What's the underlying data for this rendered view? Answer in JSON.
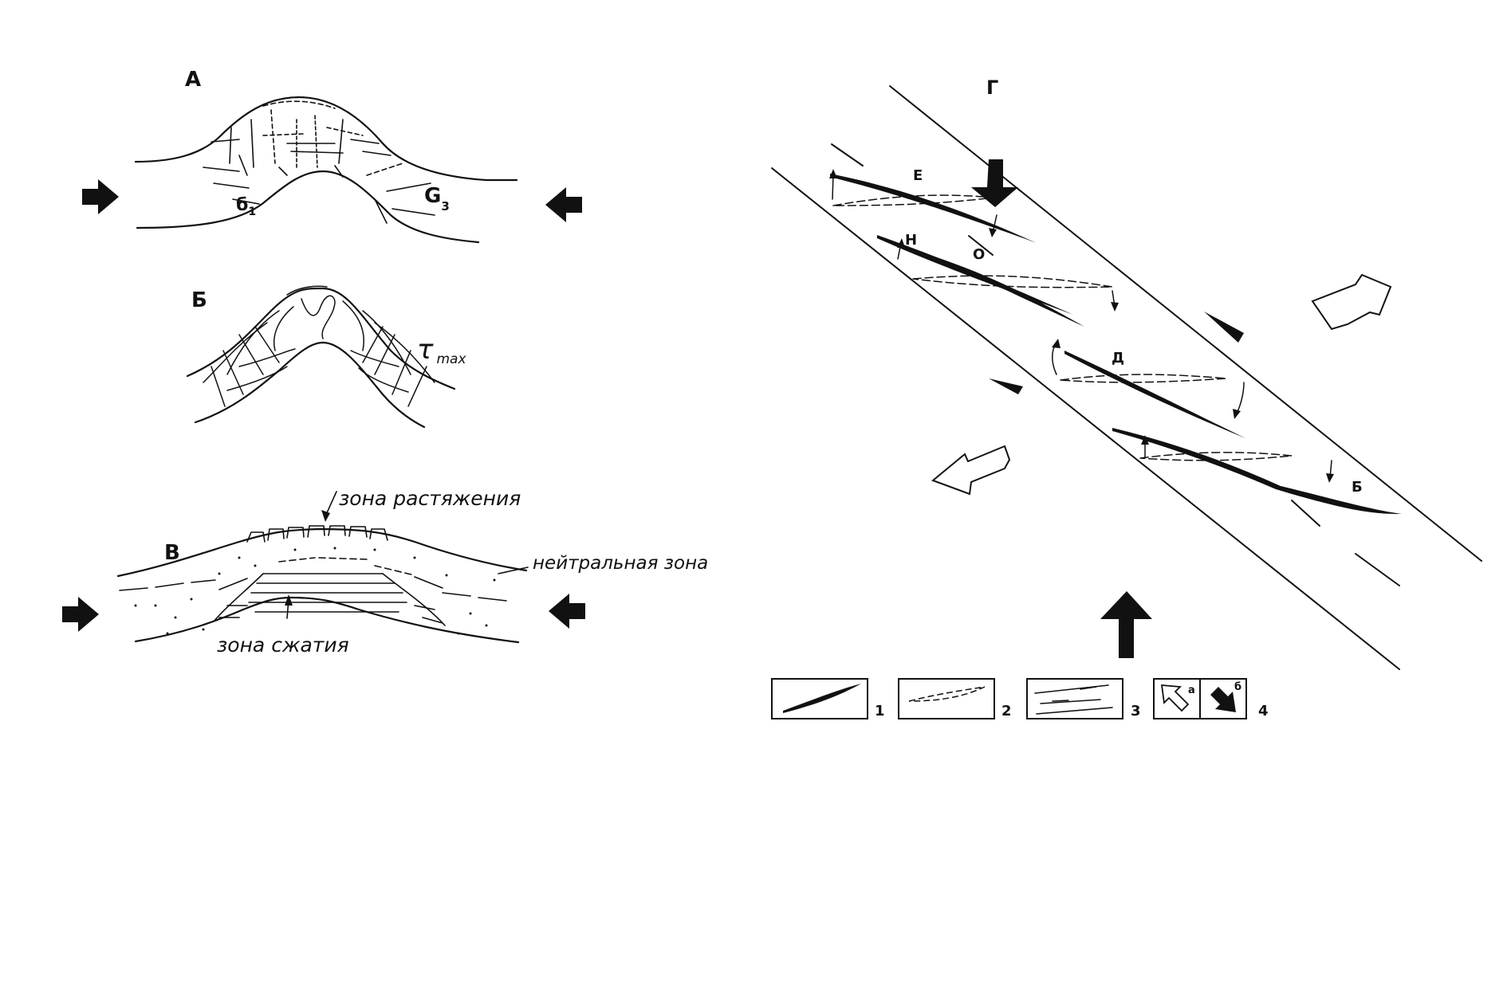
{
  "panels": {
    "a": {
      "label": "А",
      "sigma1": "б",
      "sigma1_sub": "1",
      "sigma3": "G",
      "sigma3_sub": "3"
    },
    "b": {
      "label": "Б",
      "tau": "τ",
      "tau_sub": "max"
    },
    "v": {
      "label": "В",
      "extension_zone": "зона растяжения",
      "neutral_zone": "нейтральная зона",
      "compression_zone": "зона сжатия"
    },
    "g": {
      "label": "Г",
      "e_label": "Е",
      "n_label": "Н",
      "o_label": "О",
      "d_label": "Д",
      "b_label": "Б"
    }
  },
  "legend": {
    "items": [
      {
        "number": "1"
      },
      {
        "number": "2"
      },
      {
        "number": "3"
      },
      {
        "number": "4",
        "sub_a": "а",
        "sub_b": "б"
      }
    ]
  }
}
